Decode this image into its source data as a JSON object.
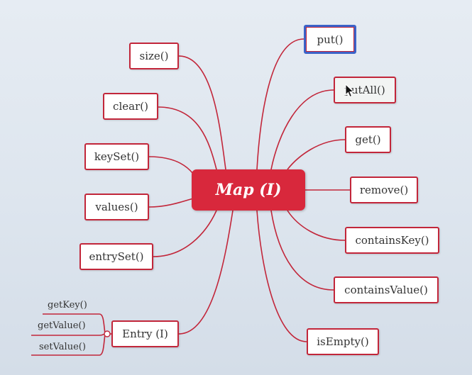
{
  "center": {
    "label": "Map (I)"
  },
  "methods": {
    "size": "size()",
    "clear": "clear()",
    "keySet": "keySet()",
    "values": "values()",
    "entrySet": "entrySet()",
    "entry": "Entry (I)",
    "put": "put()",
    "putAll": "putAll()",
    "get": "get()",
    "remove": "remove()",
    "containsKey": "containsKey()",
    "containsValue": "containsValue()",
    "isEmpty": "isEmpty()"
  },
  "entry_methods": {
    "getKey": "getKey()",
    "getValue": "getValue()",
    "setValue": "setValue()"
  },
  "colors": {
    "accent": "#d8283c",
    "line": "#c2263a",
    "selection": "#3b63c9"
  },
  "state": {
    "selected_node": "put()",
    "hovered_node": "putAll()"
  }
}
